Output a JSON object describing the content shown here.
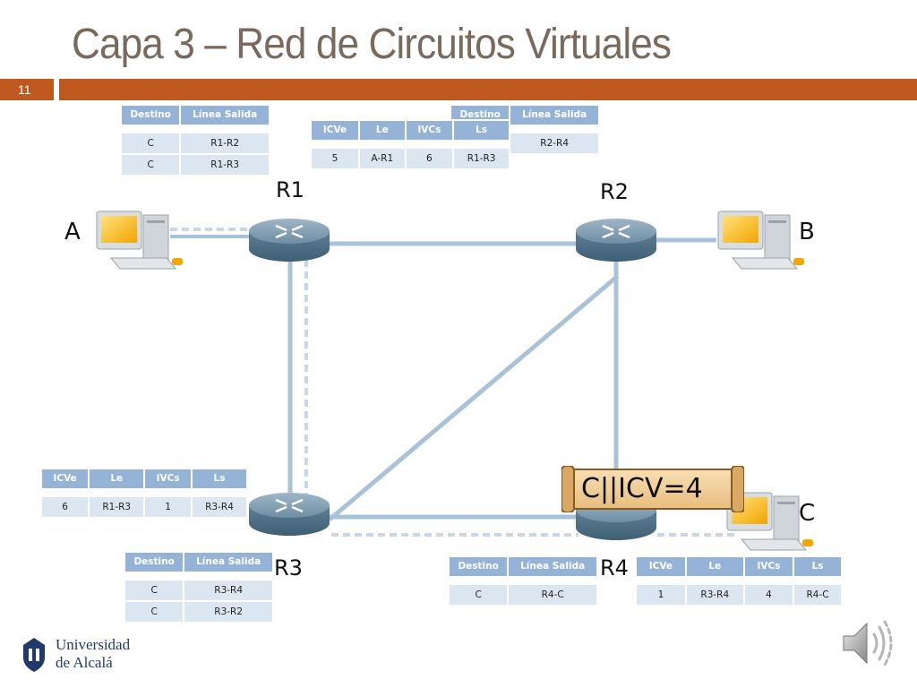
{
  "slide": {
    "title": "Capa 3 – Red de Circuitos Virtuales",
    "number": "11",
    "accent_color": "#c0591f",
    "title_color": "#7a6a5c"
  },
  "nodes": {
    "A": "A",
    "B": "B",
    "C": "C",
    "R1": "R1",
    "R2": "R2",
    "R3": "R3",
    "R4": "R4"
  },
  "packet": {
    "label": "C||ICV=4"
  },
  "tables": {
    "r1_routing": {
      "headers": [
        "Destino",
        "Línea Salida"
      ],
      "rows": [
        [
          "C",
          "R1-R2"
        ],
        [
          "C",
          "R1-R3"
        ]
      ]
    },
    "r1_vc": {
      "headers": [
        "ICVe",
        "Le",
        "IVCs",
        "Ls"
      ],
      "rows": [
        [
          "5",
          "A-R1",
          "6",
          "R1-R3"
        ]
      ]
    },
    "r2_routing": {
      "headers": [
        "Destino",
        "Línea Salida"
      ],
      "rows": [
        [
          "",
          "R2-R4"
        ]
      ]
    },
    "r3_vc": {
      "headers": [
        "ICVe",
        "Le",
        "IVCs",
        "Ls"
      ],
      "rows": [
        [
          "6",
          "R1-R3",
          "1",
          "R3-R4"
        ]
      ]
    },
    "r3_routing": {
      "headers": [
        "Destino",
        "Línea Salida"
      ],
      "rows": [
        [
          "C",
          "R3-R4"
        ],
        [
          "C",
          "R3-R2"
        ]
      ]
    },
    "r4_routing": {
      "headers": [
        "Destino",
        "Línea Salida"
      ],
      "rows": [
        [
          "C",
          "R4-C"
        ]
      ]
    },
    "r4_vc": {
      "headers": [
        "ICVe",
        "Le",
        "IVCs",
        "Ls"
      ],
      "rows": [
        [
          "1",
          "R3-R4",
          "4",
          "R4-C"
        ]
      ]
    }
  },
  "logo": {
    "line1": "Universidad",
    "line2": "de Alcalá"
  },
  "icons": {
    "router": "router-icon",
    "computer": "computer-icon",
    "speaker": "speaker-icon",
    "logo": "university-logo"
  }
}
